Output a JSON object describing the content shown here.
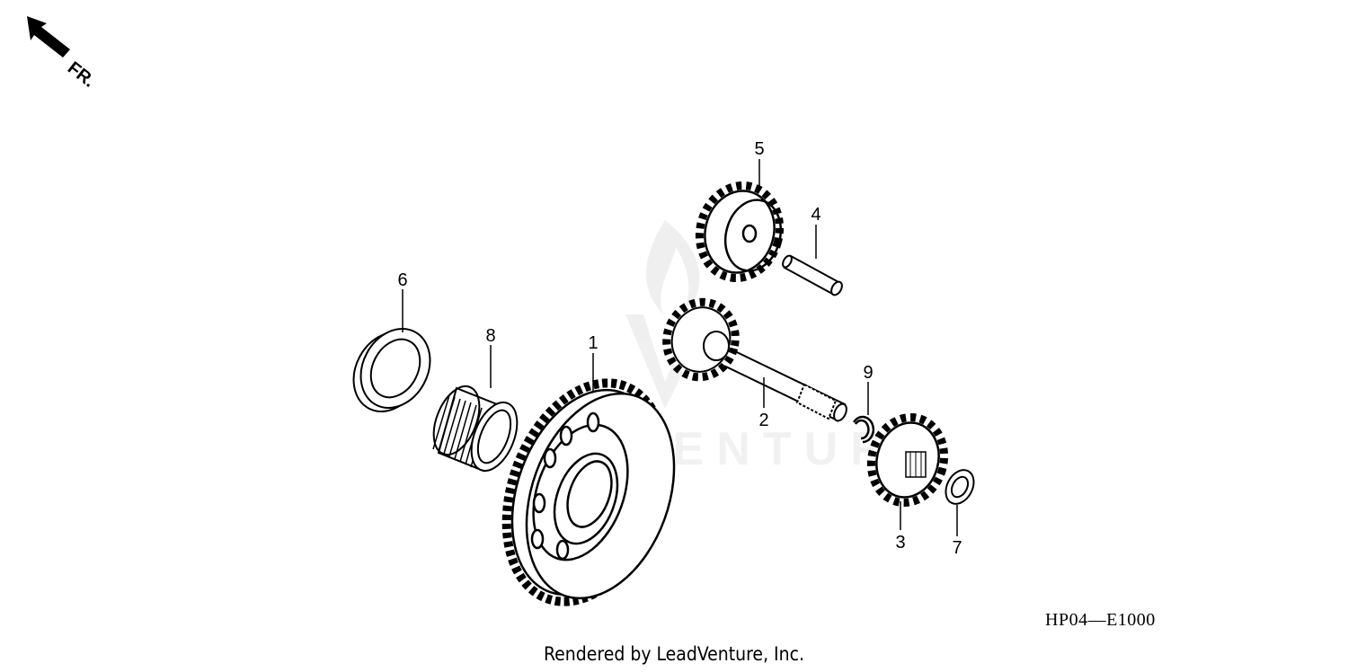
{
  "orientation": {
    "label": "FR.",
    "icon": "front-direction-arrow-icon"
  },
  "callouts": {
    "c1": "1",
    "c2": "2",
    "c3": "3",
    "c4": "4",
    "c5": "5",
    "c6": "6",
    "c7": "7",
    "c8": "8",
    "c9": "9"
  },
  "diagram_code": "HP04—E1000",
  "footer": {
    "rendered_by": "Rendered by LeadVenture, Inc."
  },
  "watermark": {
    "text": "VENTURE",
    "logo": "leadventure-flame-logo"
  }
}
